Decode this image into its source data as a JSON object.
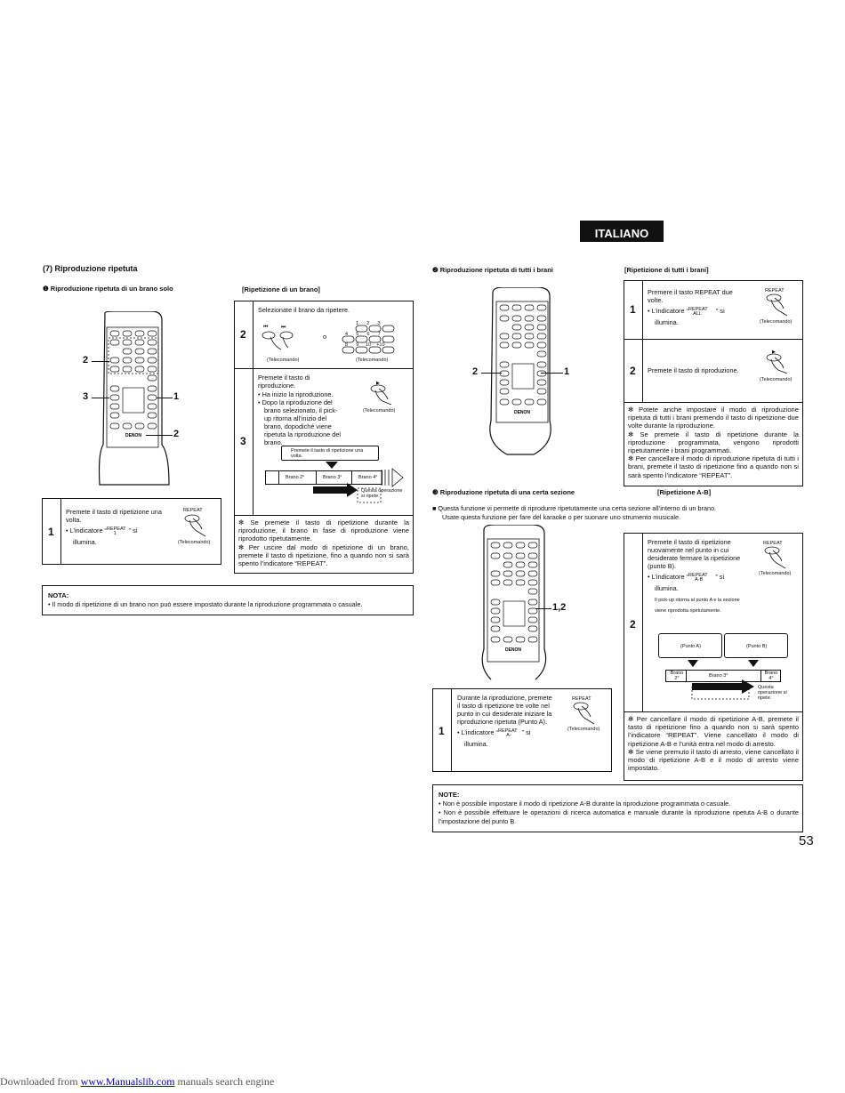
{
  "language_tab": "ITALIANO",
  "page_number": "53",
  "left": {
    "section_title": "(7)  Riproduzione ripetuta",
    "sub1_title": "❶  Riproduzione ripetuta di un brano solo",
    "sub1_bracket": "[Ripetizione di un brano]",
    "callouts": {
      "a": "2",
      "b": "3",
      "c": "1",
      "d": "2"
    },
    "step1": {
      "num": "1",
      "line1": "Premete il tasto di ripetizione una",
      "line2": "volta.",
      "indicator_pre": "• L’indicatore “",
      "indicator_word": "REPEAT",
      "indicator_sub": "1",
      "indicator_post": "” si",
      "line4": "illumina.",
      "button_label": "REPEAT",
      "tele": "(Telecomando)"
    },
    "right_box": {
      "step2_num": "2",
      "step2_text": "Selezionate il brano da ripetere.",
      "or_text": "o",
      "tele_a": "(Telecomando)",
      "tele_b": "(Telecomando)",
      "num_keys_top": [
        "1",
        "2",
        "3"
      ],
      "num_keys_mid": [
        "4",
        "5",
        "6",
        "7"
      ],
      "num_keys_bot": [
        "8",
        "9",
        "10",
        "+10"
      ],
      "step3_num": "3",
      "step3_line1": "Premete il tasto di",
      "step3_line2": "riproduzione.",
      "bullets": [
        "• Ha inizio la riproduzione.",
        "• Dopo la riproduzione del",
        "brano selezionato, il pick-",
        "up ritorna all’inizio del",
        "brano, dopodiché viene",
        "ripetuta la riproduzione del",
        "brano."
      ],
      "tele_c": "(Telecomando)",
      "diagram_label": "Premete il tasto di ripetizione una volta.",
      "tracks": [
        "Brano 2°",
        "Brano 3°",
        "Brano 4°"
      ],
      "repeat_note": "Questa operazione si ripete.",
      "notes": [
        "✻  Se premete il tasto di ripetizione durante la riproduzione, il brano in fase di riproduzione viene riprodotto ripetutamente.",
        "✻  Per uscire dal modo di ripetizione di un brano, premete il tasto di ripetizione, fino a quando non si sarà spento l’indicatore “REPEAT”."
      ]
    },
    "nota_title": "NOTA:",
    "nota_text": "• Il modo di ripetizione di un brano non può essere impostato durante la riproduzione programmata o casuale."
  },
  "right": {
    "sub2_title": "❷  Riproduzione ripetuta di tutti i brani",
    "sub2_bracket": "[Ripetizione di tutti i brani]",
    "callouts2": {
      "a": "2",
      "b": "1"
    },
    "all_step1": {
      "num": "1",
      "line1": "Premere il tasto REPEAT due",
      "line2": "volte.",
      "indicator_pre": "• L’indicatore “",
      "indicator_word": "REPEAT",
      "indicator_sub": "ALL",
      "indicator_post": "” si",
      "line4": "illumina.",
      "button_label": "REPEAT",
      "tele": "(Telecomando)"
    },
    "all_step2": {
      "num": "2",
      "text": "Premete il tasto di riproduzione.",
      "tele": "(Telecomando)"
    },
    "all_notes": [
      "✻  Potete anche impostare il modo di riproduzione ripetuta di tutti i brani premendo il tasto di ripetizione due volte durante la riproduzione.",
      "✻  Se premete il tasto di ripetizione durante la riproduzione programmata, vengono riprodotti ripetutamente i brani programmati.",
      "✻  Per cancellare il modo di riproduzione ripetuta di tutti i brani, premete il tasto di ripetizione fino a quando non si sarà spento l’indicatore “REPEAT”."
    ],
    "sub3_title": "❸  Riproduzione ripetuta di una certa sezione",
    "sub3_bracket": "[Ripetizione A-B]",
    "sub3_intro1": "■  Questa funzione vi permette di riprodurre ripetutamente una certa sezione all’interno di un brano.",
    "sub3_intro2": "Usate questa funzione per fare del karaoke o per suonare uno strumento musicale.",
    "callout3": "1,2",
    "ab_step1": {
      "num": "1",
      "lines": [
        "Durante la riproduzione, premete",
        "il tasto di ripetizione tre volte nel",
        "punto in cui desiderate iniziare la",
        "riproduzione ripetuta (Punto A)."
      ],
      "indicator_pre": "• L’indicatore “",
      "indicator_word": "REPEAT",
      "indicator_sub": "A-",
      "indicator_post": "” si",
      "last": "illumina.",
      "button_label": "REPEAT",
      "tele": "(Telecomando)"
    },
    "ab_step2": {
      "num": "2",
      "lines": [
        "Premete il tasto di ripetizione",
        "nuovamente nel punto in cui",
        "desiderate fermare la ripetizione",
        "(punto B)."
      ],
      "indicator_pre": "• L’indicatore “",
      "indicator_word": "REPEAT",
      "indicator_sub": "A-B",
      "indicator_post": "” si",
      "last": "illumina.",
      "small1": "Il pick-up ritorna al punto A e la sezione",
      "small2": "viene riprodotta ripetutamente.",
      "button_label": "REPEAT",
      "tele": "(Telecomando)",
      "point_a": "(Punto A)",
      "point_b": "(Punto B)",
      "track_left": "Brano 2°",
      "track_mid": "Brano 3°",
      "track_right": "Brano 4°",
      "repeat_note": "Questa operazione si ripete."
    },
    "ab_notes": [
      "✻  Per cancellare il modo di ripetizione A-B, premete il tasto di ripetizione fino a quando non si sarà spento l’indicatore “REPEAT”. Viene cancellato il modo di ripetizione A-B e l’unità entra nel modo di arresto.",
      "✻  Se viene premuto il tasto di arresto, viene cancellato il modo di ripetizione A-B e il modo di arresto viene impostato."
    ],
    "note_title": "NOTE:",
    "note_lines": [
      "• Non è possibile impostare il modo di ripetizione A-B durante la riproduzione programmata o casuale.",
      "• Non è possibile effettuare le operazioni di ricerca automatica e manuale durante la riproduzione ripetuta A-B o durante l’impostazione del punto B."
    ]
  },
  "footer": {
    "prefix": "Downloaded from ",
    "link": "www.Manualslib.com",
    "suffix": "  manuals search engine"
  }
}
